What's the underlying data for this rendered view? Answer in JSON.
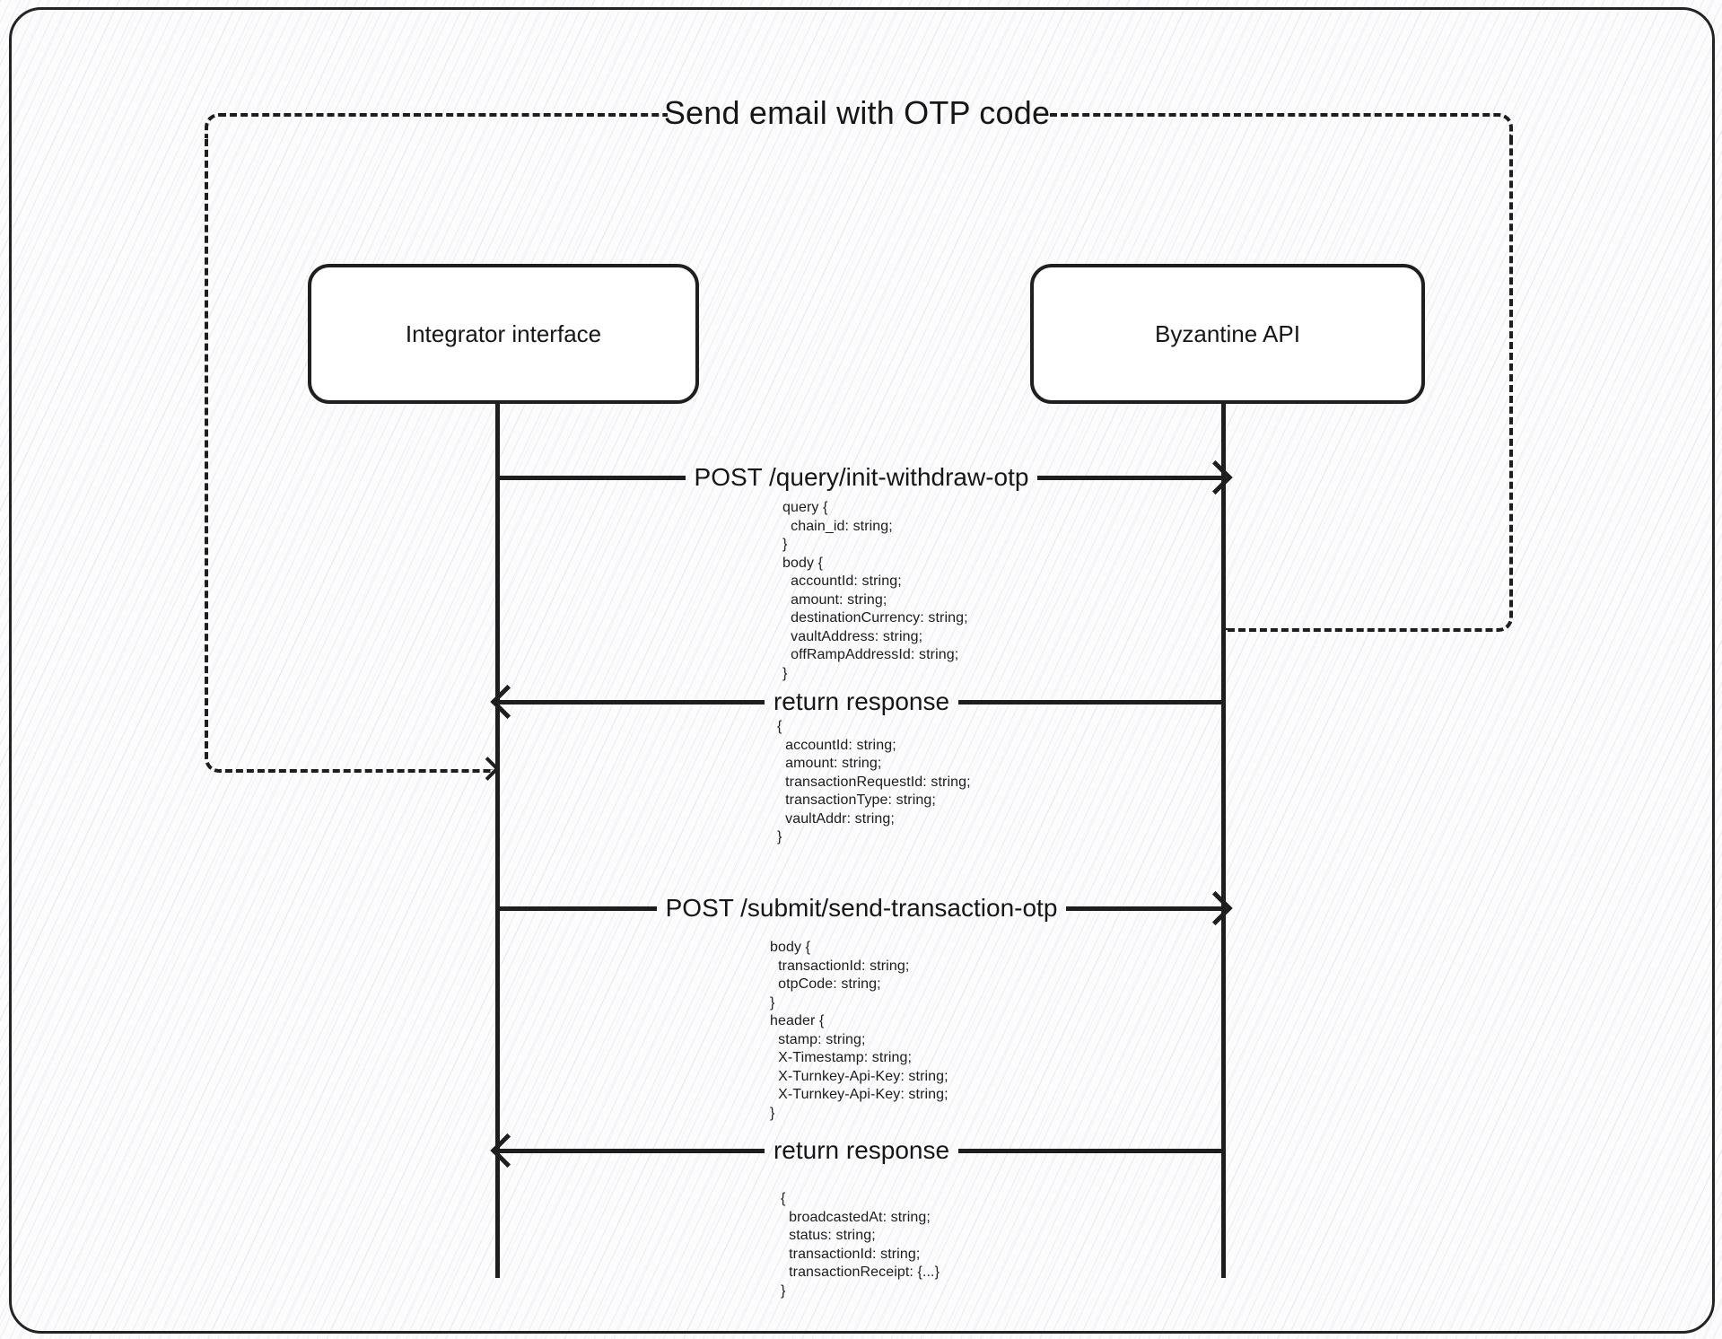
{
  "diagram": {
    "group": {
      "label": "Send email with OTP code"
    },
    "actors": {
      "left": "Integrator interface",
      "right": "Byzantine API"
    },
    "messages": [
      {
        "label": "POST /query/init-withdraw-otp",
        "direction": "right",
        "payload": "query {\n  chain_id: string;\n}\nbody {\n  accountId: string;\n  amount: string;\n  destinationCurrency: string;\n  vaultAddress: string;\n  offRampAddressId: string;\n}"
      },
      {
        "label": "return response",
        "direction": "left",
        "payload": "{\n  accountId: string;\n  amount: string;\n  transactionRequestId: string;\n  transactionType: string;\n  vaultAddr: string;\n}"
      },
      {
        "label": "POST /submit/send-transaction-otp",
        "direction": "right",
        "payload": "body {\n  transactionId: string;\n  otpCode: string;\n}\nheader {\n  stamp: string;\n  X-Timestamp: string;\n  X-Turnkey-Api-Key: string;\n  X-Turnkey-Api-Key: string;\n}"
      },
      {
        "label": "return response",
        "direction": "left",
        "payload": "{\n  broadcastedAt: string;\n  status: string;\n  transactionId: string;\n  transactionReceipt: {...}\n}"
      }
    ],
    "colors": {
      "ink": "#1e1e1e",
      "background": "#fcfcfd",
      "box_fill": "#ffffff"
    }
  }
}
